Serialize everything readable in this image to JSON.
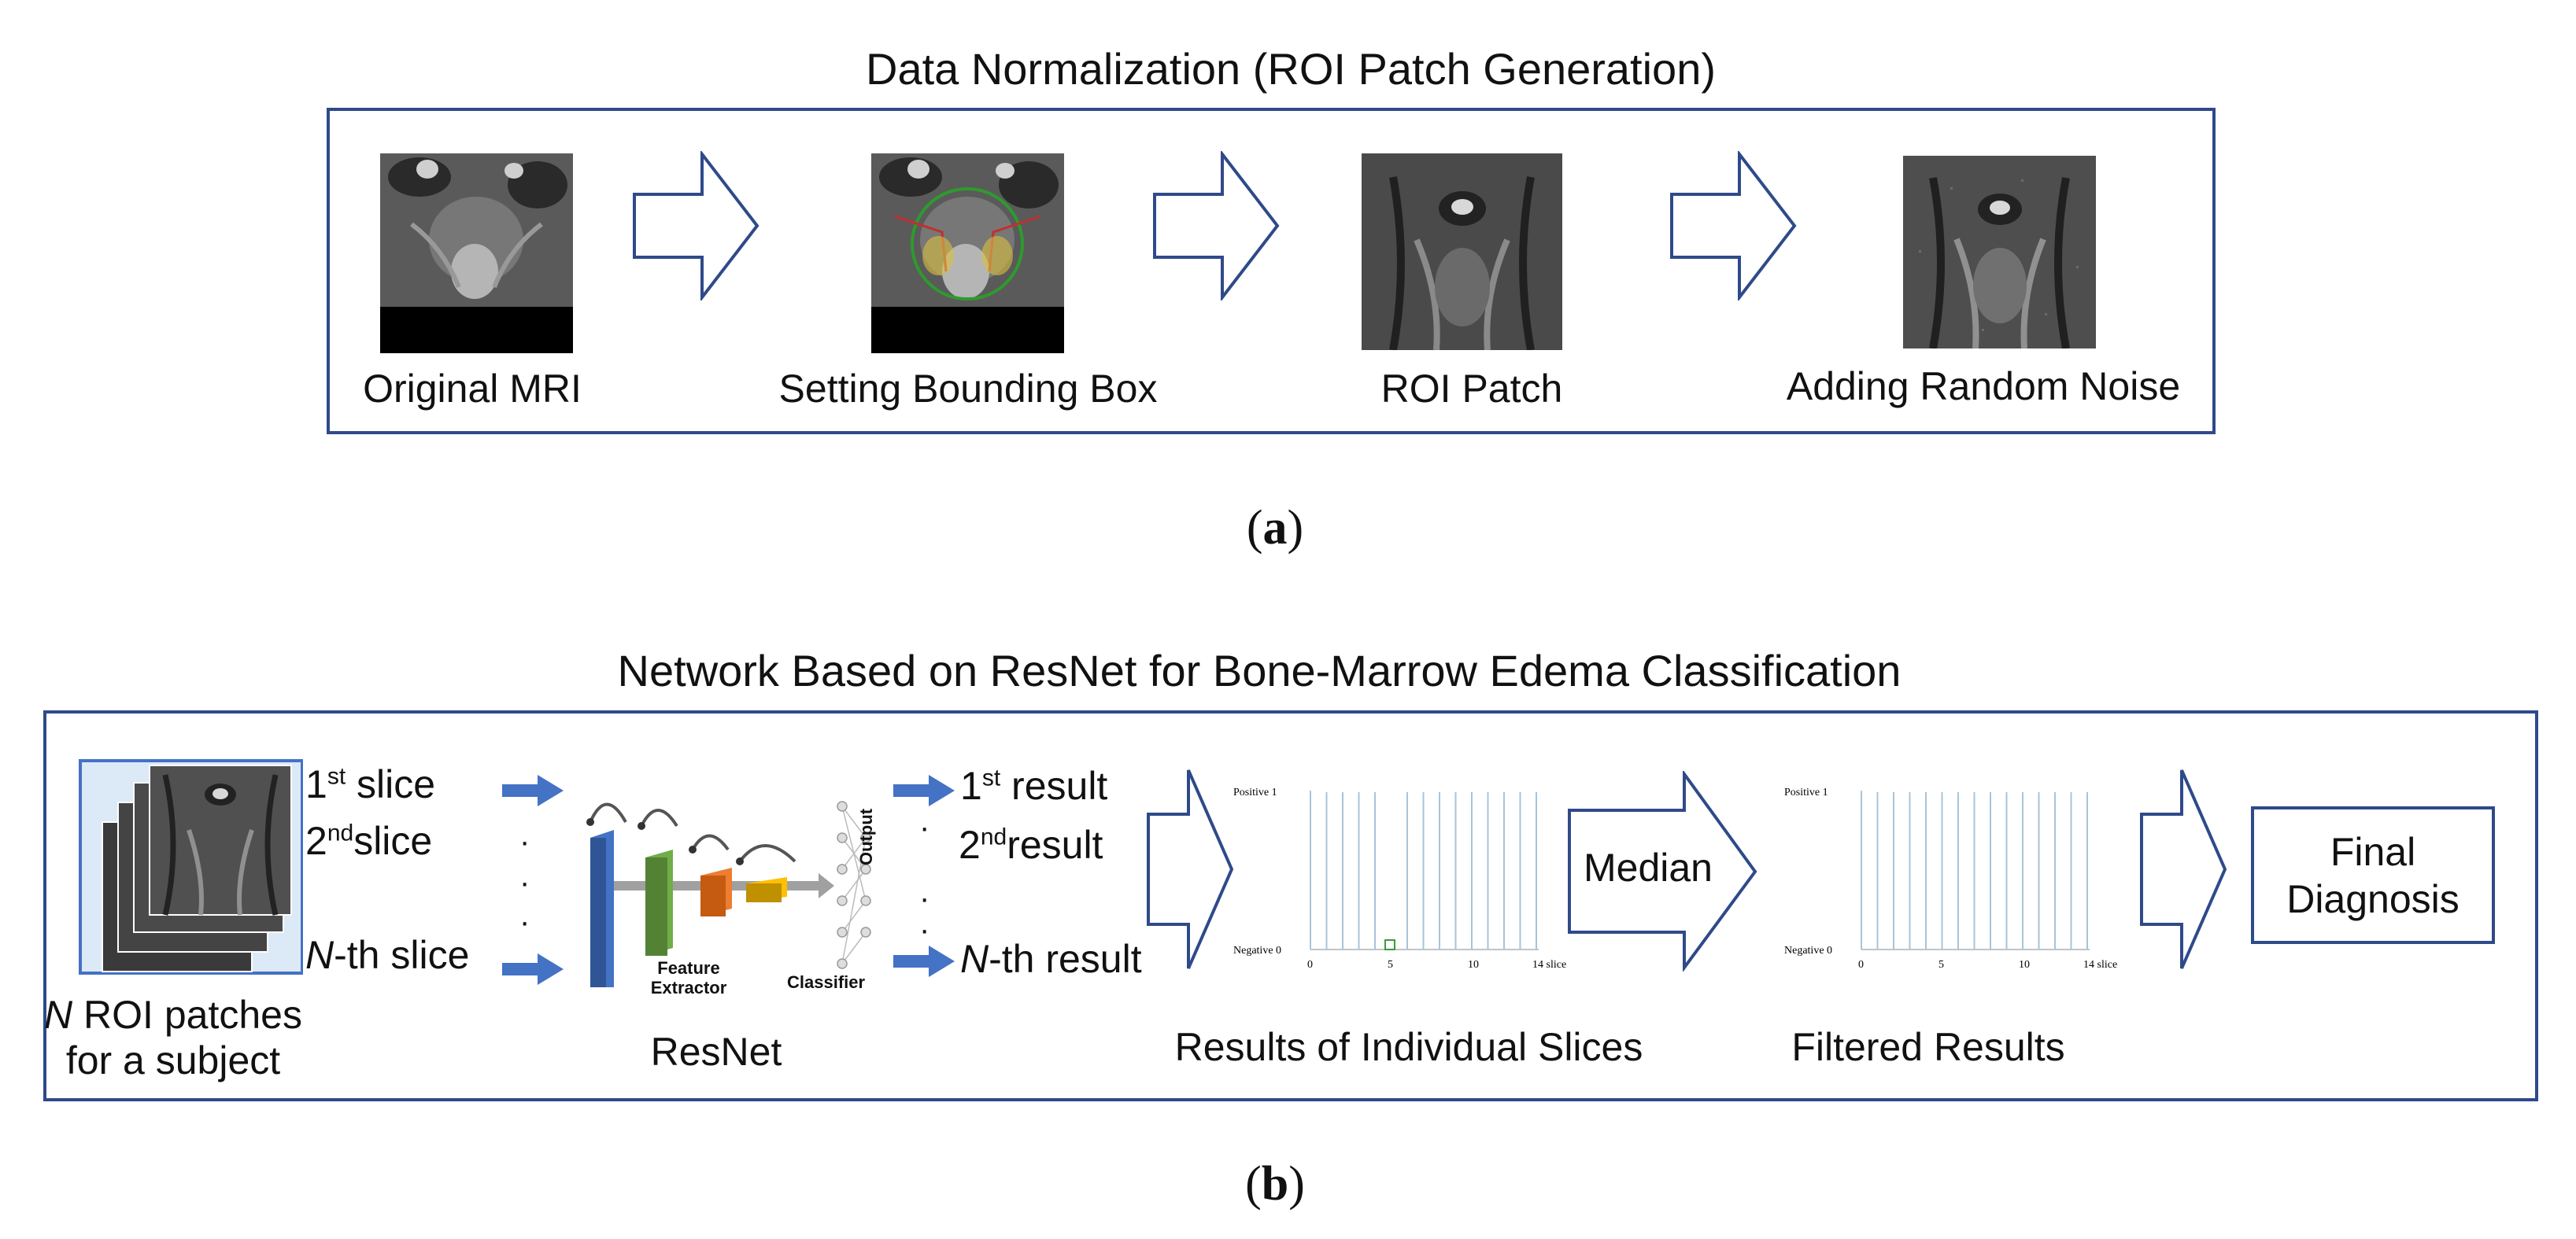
{
  "panel_a": {
    "title": "Data Normalization (ROI Patch Generation)",
    "steps": [
      {
        "label": "Original MRI",
        "icon": "mri-slice-image"
      },
      {
        "label": "Setting Bounding Box",
        "icon": "mri-bounding-box-image"
      },
      {
        "label": "ROI Patch",
        "icon": "roi-patch-image"
      },
      {
        "label": "Adding Random Noise",
        "icon": "noisy-roi-patch-image"
      }
    ],
    "caption": "a"
  },
  "panel_b": {
    "title": "Network Based on ResNet for Bone-Marrow Edema Classification",
    "input": {
      "label_italic": "N",
      "label_rest": " ROI patches",
      "label_line2": "for a subject",
      "slices": [
        {
          "num": "1",
          "sup": "st",
          "text": " slice"
        },
        {
          "num": "2",
          "sup": "nd",
          "text": "slice"
        },
        {
          "num_italic": "N",
          "text": "-th slice"
        }
      ],
      "dots": "·"
    },
    "resnet": {
      "label": "ResNet",
      "feature_extractor_line1": "Feature",
      "feature_extractor_line2": "Extractor",
      "classifier": "Classifier",
      "output": "Output"
    },
    "results": {
      "items": [
        {
          "num": "1",
          "sup": "st",
          "text": " result"
        },
        {
          "num": "2",
          "sup": "nd",
          "text": "result"
        },
        {
          "num_italic": "N",
          "text": "-th result"
        }
      ]
    },
    "individual_plot": {
      "label": "Results of Individual Slices",
      "y_positive": "Positive 1",
      "y_negative": "Negative 0",
      "x_ticks": [
        "0",
        "5",
        "10",
        "14 slice"
      ]
    },
    "median": "Median",
    "filtered_plot": {
      "label": "Filtered Results",
      "y_positive": "Positive 1",
      "y_negative": "Negative 0",
      "x_ticks": [
        "0",
        "5",
        "10",
        "14 slice"
      ]
    },
    "final": {
      "line1": "Final",
      "line2": "Diagnosis"
    },
    "caption": "b"
  },
  "colors": {
    "border": "#2f4a8a",
    "arrow_blue": "#4472c4",
    "green": "#70ad47",
    "orange": "#ed7d31",
    "yellow": "#ffc000"
  }
}
